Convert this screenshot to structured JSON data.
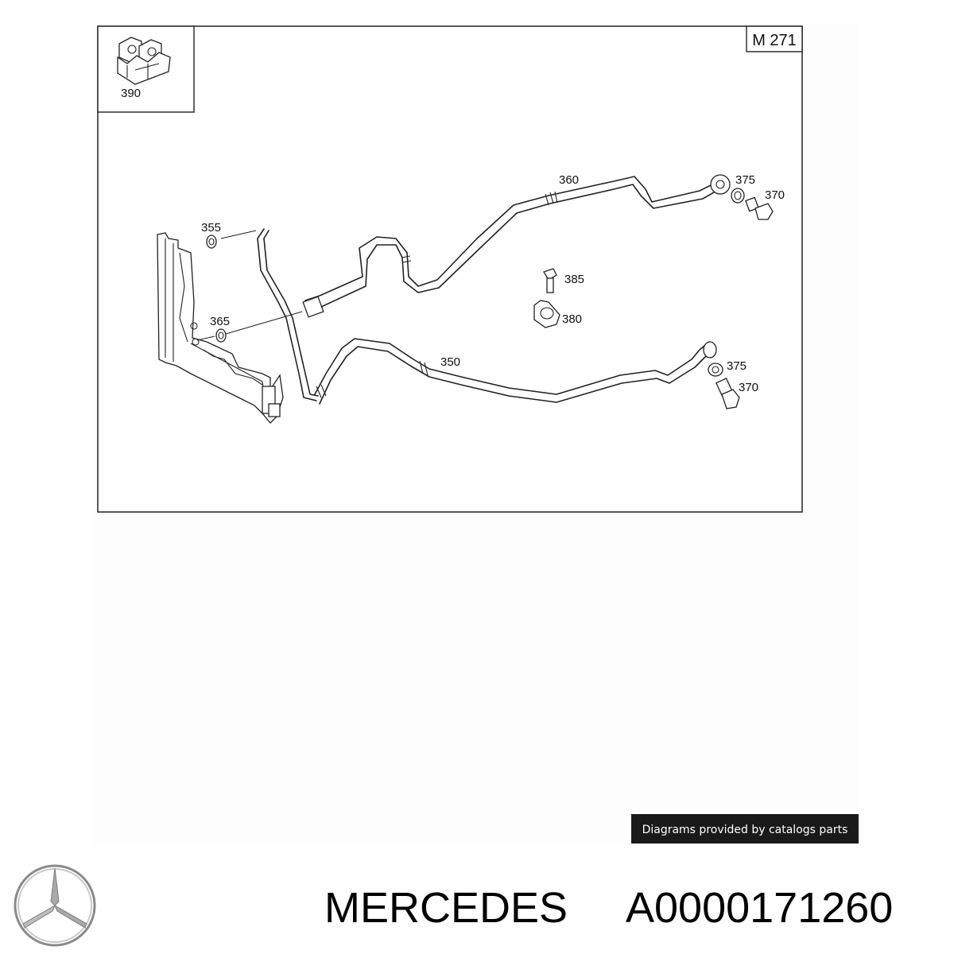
{
  "diagram": {
    "frame_code": "M 271",
    "inset_label": "390",
    "part_labels": {
      "p360": "360",
      "p375_top": "375",
      "p370_top": "370",
      "p355": "355",
      "p385": "385",
      "p380": "380",
      "p365": "365",
      "p350": "350",
      "p375_bottom": "375",
      "p370_bottom": "370"
    }
  },
  "credit": {
    "text": "Diagrams provided by catalogs parts",
    "background": "#1a1a1a"
  },
  "footer": {
    "brand": "MERCEDES",
    "part_number": "A0000171260",
    "logo_icon": "mercedes-star-logo"
  }
}
